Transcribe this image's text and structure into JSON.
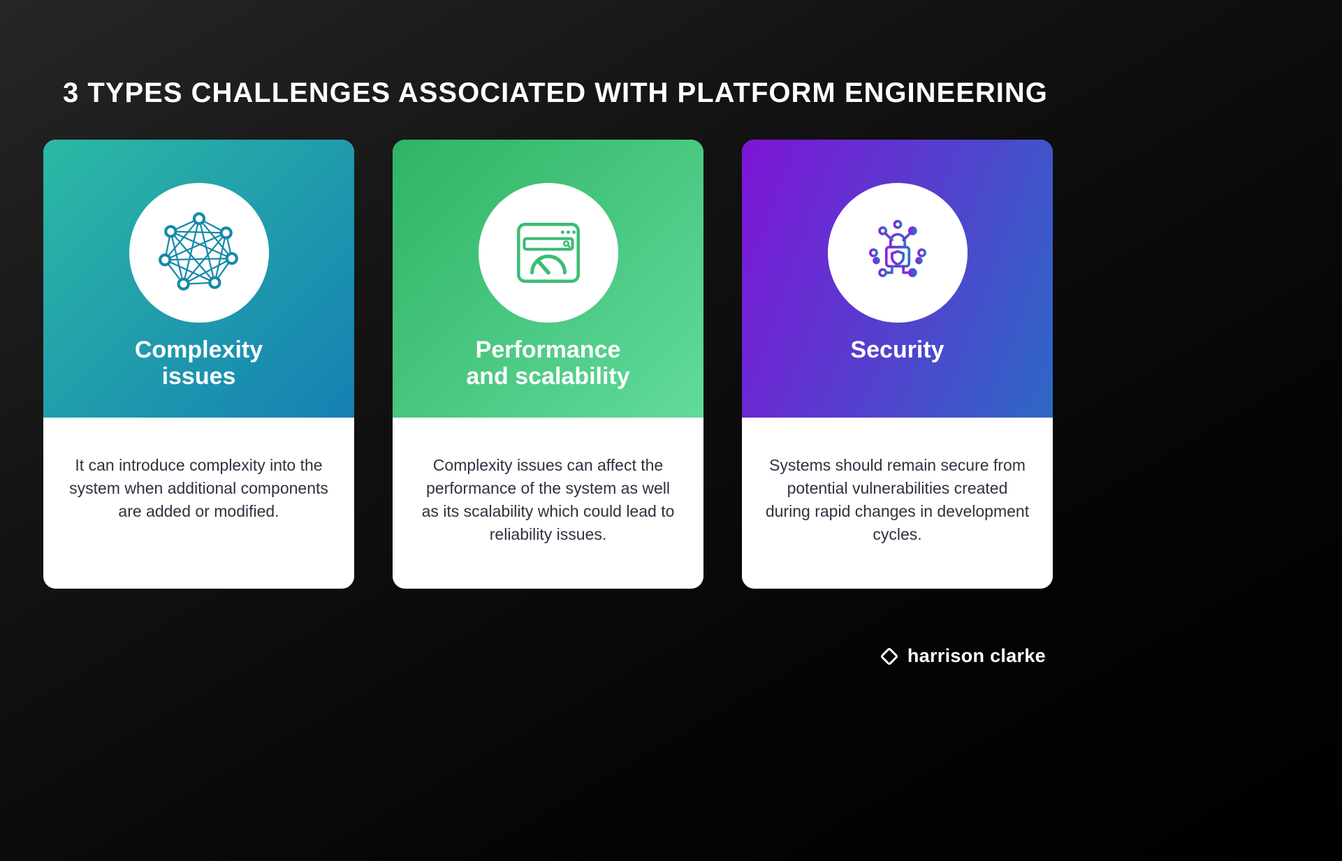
{
  "page": {
    "title": "3 TYPES CHALLENGES ASSOCIATED WITH PLATFORM ENGINEERING"
  },
  "cards": [
    {
      "title_lines": [
        "Complexity",
        "issues"
      ],
      "description": "It can introduce complexity into the system when additional components are added or modified.",
      "icon": "network-mesh-icon",
      "gradient_css": "linear-gradient(135deg, #2cb9a4 0%, #1580b4 100%)",
      "icon_color": "#1489a9"
    },
    {
      "title_lines": [
        "Performance",
        "and scalability"
      ],
      "description": "Complexity issues can affect the performance of the system as well as its scalability which could lead to reliability issues.",
      "icon": "speedometer-browser-icon",
      "gradient_css": "linear-gradient(135deg, #2fb464 0%, #62da9c 100%)",
      "icon_color": "#3cbd74"
    },
    {
      "title_lines": [
        "Security"
      ],
      "description": "Systems should remain secure from potential vulnerabilities created during rapid changes in development cycles.",
      "icon": "circuit-lock-icon",
      "gradient_css": "linear-gradient(110deg, #7e15d6 0%, #2d68c6 100%)",
      "icon_color": "#5a44d0"
    }
  ],
  "footer": {
    "brand": "harrison clarke"
  }
}
